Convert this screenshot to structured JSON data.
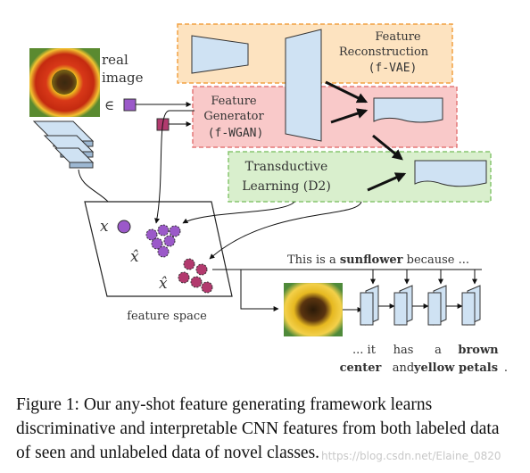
{
  "diagram": {
    "real_image_label_line1": "real",
    "real_image_label_line2": "image",
    "element_of_symbol": "∈",
    "feature_reconstruction": {
      "line1": "Feature",
      "line2": "Reconstruction",
      "line3": "(f-VAE)"
    },
    "feature_generator": {
      "line1": "Feature",
      "line2": "Generator",
      "line3": "(f-WGAN)"
    },
    "transductive_learning": {
      "line1": "Transductive",
      "line2": "Learning (D2)"
    },
    "feature_space_label": "feature  space",
    "x_label": "x",
    "xhat_label": "x̂",
    "sentence_prefix": "This is a ",
    "sentence_bold": "sunflower",
    "sentence_suffix": " because ...",
    "words_row1": [
      "... it",
      "has",
      "a",
      "brown"
    ],
    "words_row2": [
      "center",
      "and",
      "yellow petals",
      "."
    ],
    "colors": {
      "orange_box": "#fde3c0",
      "orange_border": "#f2a243",
      "red_box": "#f9c9c9",
      "red_border": "#e47878",
      "green_box": "#d9efcd",
      "green_border": "#88c670",
      "feature_blue": "#cfe2f3",
      "purple_dot": "#9b59c9",
      "magenta_dot": "#b23a6e",
      "green_word": "#3da13d"
    }
  },
  "caption": {
    "text": "Figure 1: Our any-shot feature generating framework learns discriminative and interpretable CNN features from both labeled data of seen and unlabeled data of novel classes."
  },
  "watermark": "https://blog.csdn.net/Elaine_0820"
}
